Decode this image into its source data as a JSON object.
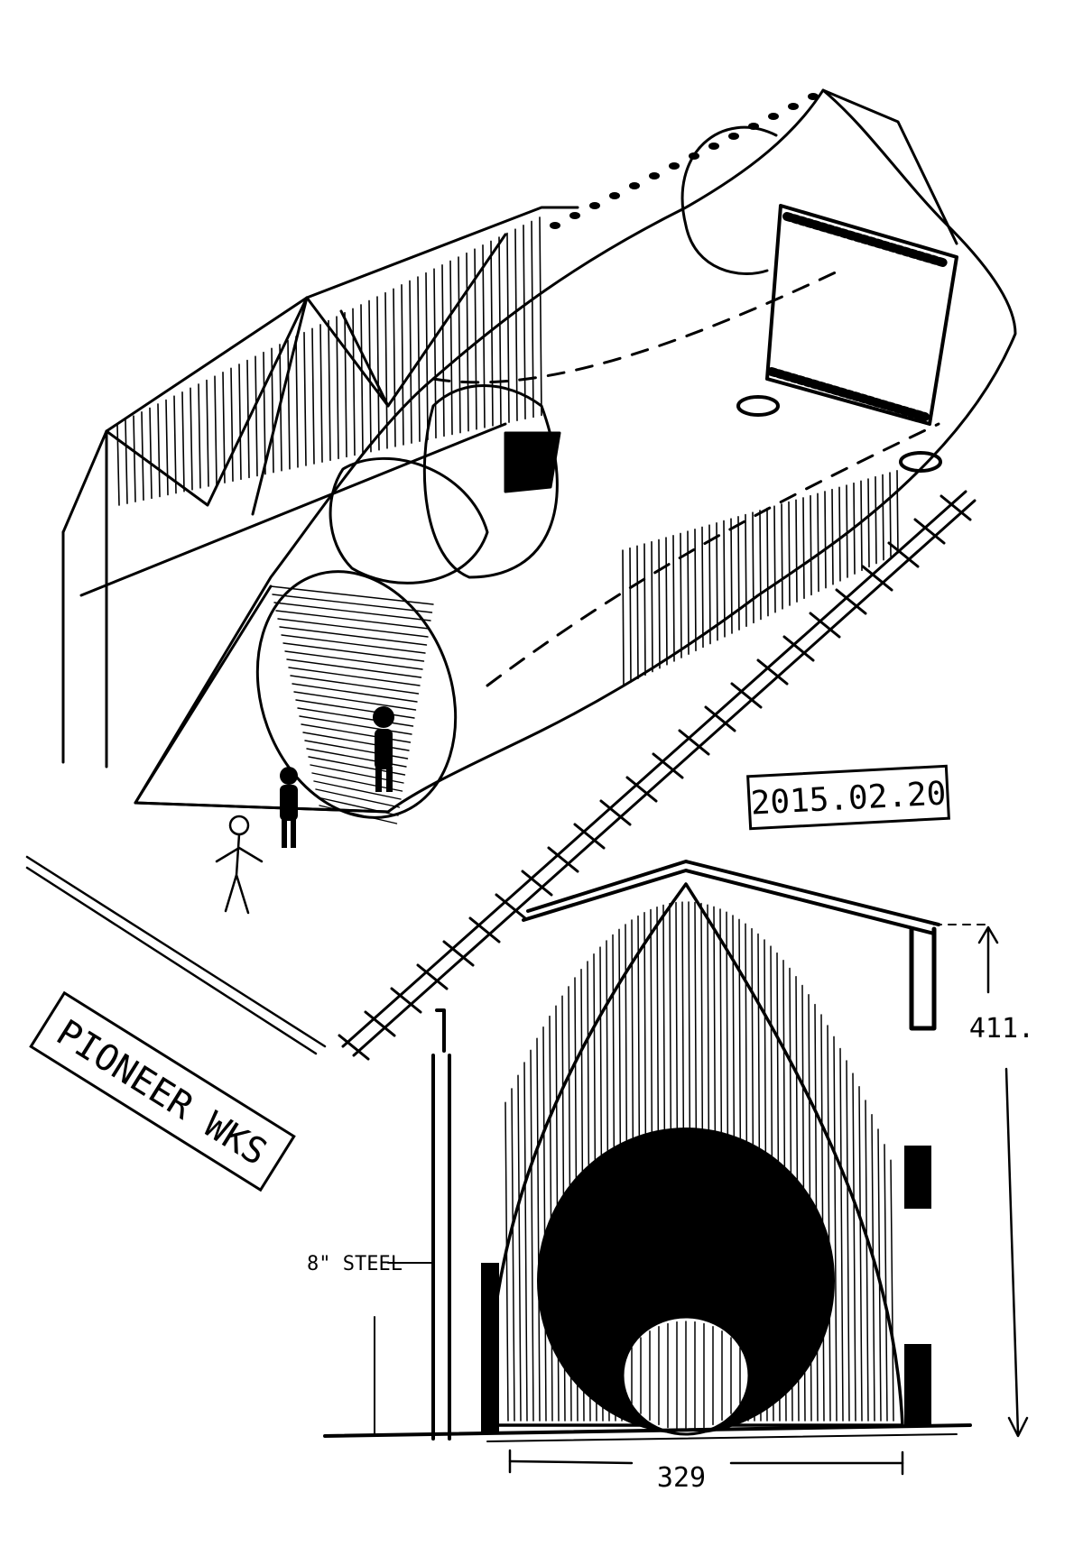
{
  "sketch": {
    "title_label": "PIONEER WKS",
    "date_label": "2015.02.20",
    "height_dimension": "411.",
    "width_dimension": "329",
    "steel_note": "8\" STEEL",
    "ink_color": "#000000",
    "paper_color": "#ffffff"
  }
}
